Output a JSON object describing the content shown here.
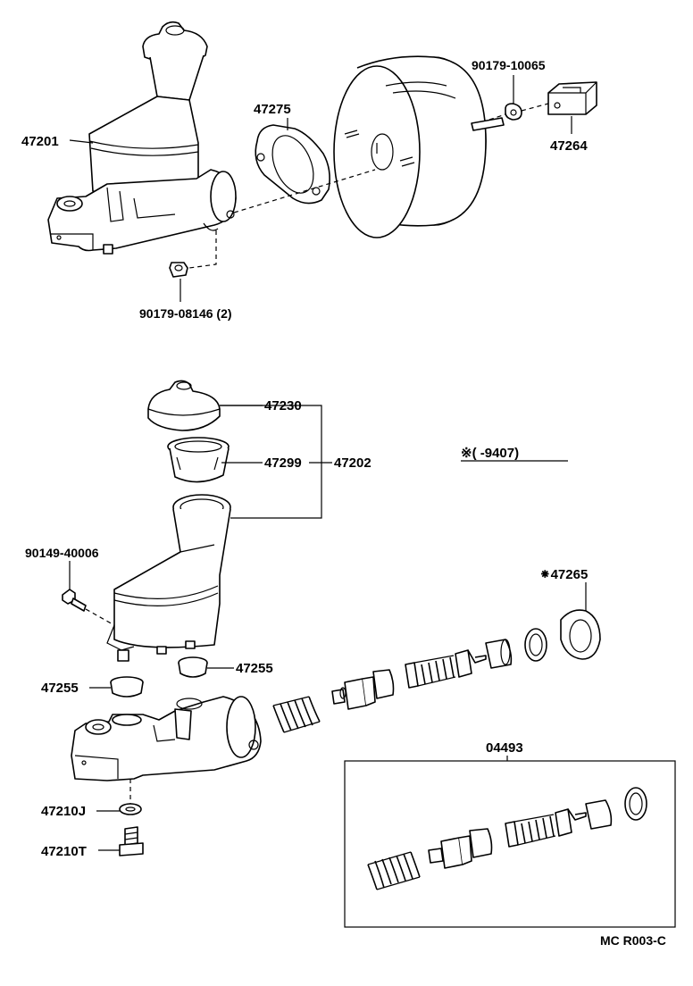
{
  "labels": {
    "p47201": "47201",
    "p47275": "47275",
    "p90179_10065": "90179-10065",
    "p47264": "47264",
    "p90179_08146": "90179-08146 (2)",
    "p47230": "47230",
    "p47299": "47299",
    "p47202": "47202",
    "date_note": "※(      -9407)",
    "p90149_40006": "90149-40006",
    "p47265": "⁕47265",
    "p47255_right": "47255",
    "p47255_left": "47255",
    "p04493": "04493",
    "p47210J": "47210J",
    "p47210T": "47210T",
    "ref_code": "MC R003-C"
  }
}
